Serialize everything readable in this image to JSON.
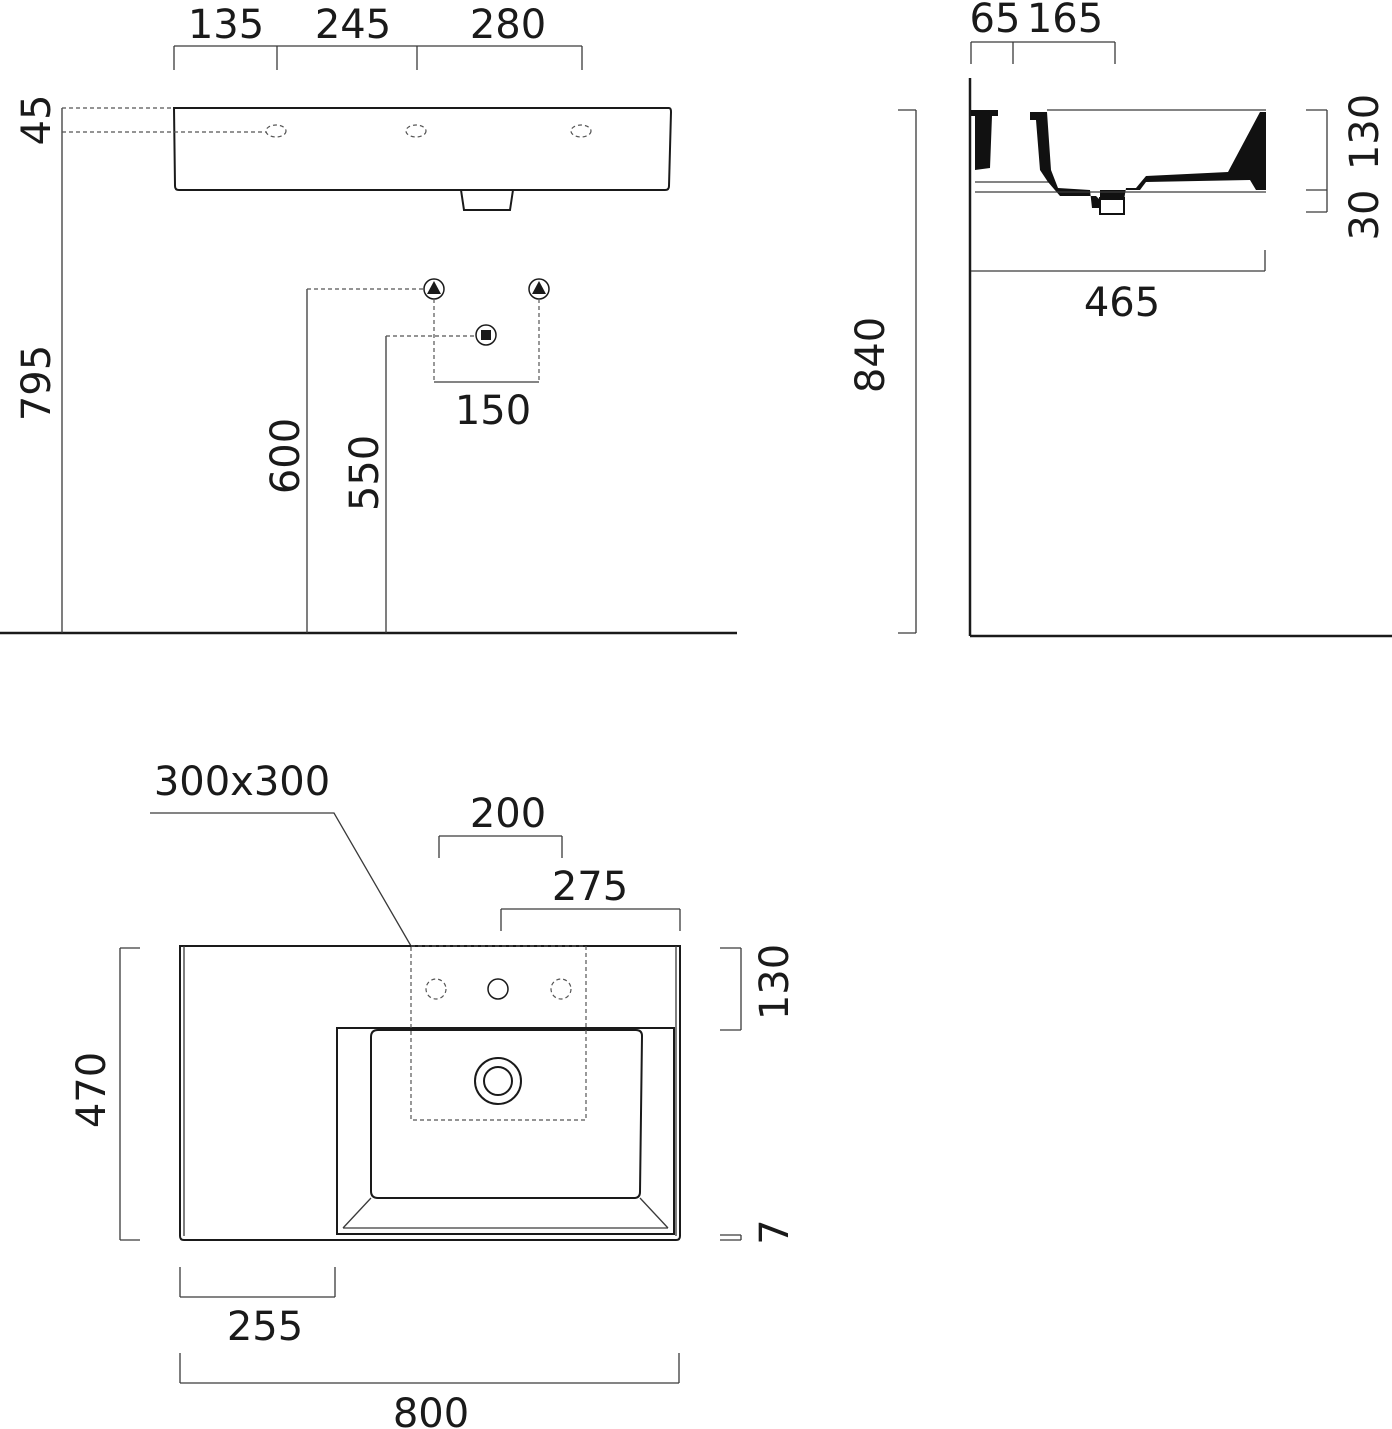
{
  "front_view": {
    "dims": {
      "d135": "135",
      "d245": "245",
      "d280": "280",
      "d45": "45",
      "d795": "795",
      "d600": "600",
      "d550": "550",
      "d150": "150"
    }
  },
  "side_view": {
    "dims": {
      "d65": "65",
      "d165": "165",
      "d130": "130",
      "d30": "30",
      "d465": "465",
      "d840": "840"
    }
  },
  "top_view": {
    "dims": {
      "d300x300": "300x300",
      "d200": "200",
      "d275": "275",
      "d130": "130",
      "d470": "470",
      "d7": "7",
      "d255": "255",
      "d800": "800"
    }
  }
}
